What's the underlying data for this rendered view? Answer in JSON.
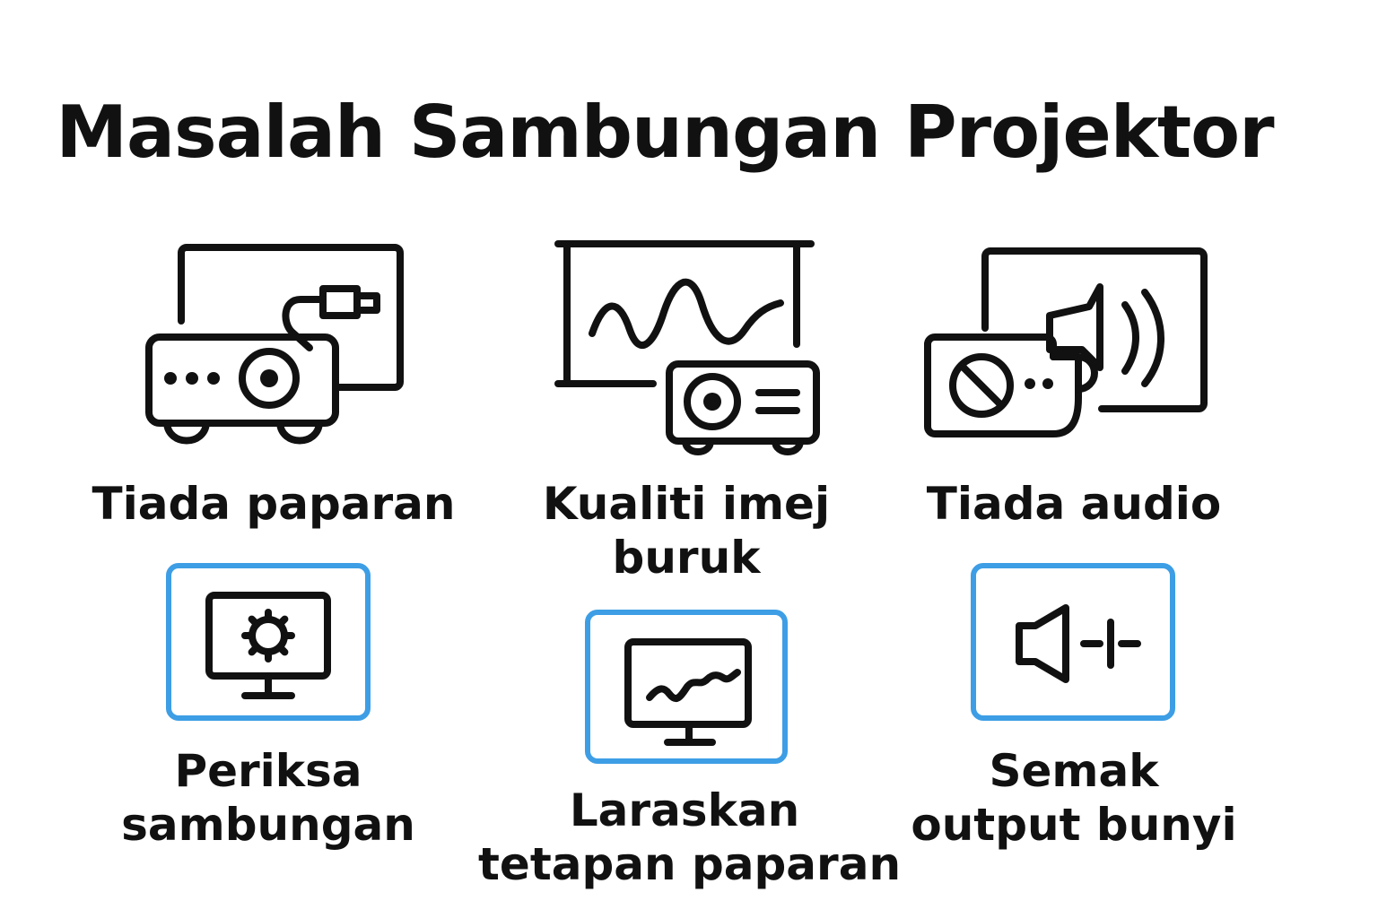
{
  "title": "Masalah Sambungan Projektor",
  "problems": [
    {
      "icon": "projector-cable-icon",
      "label": "Tiada paparan"
    },
    {
      "icon": "projector-screen-icon",
      "label_lines": [
        "Kualiti imej",
        "buruk"
      ]
    },
    {
      "icon": "projector-speaker-icon",
      "label": "Tiada audio"
    }
  ],
  "solutions": [
    {
      "icon": "monitor-gear-icon",
      "label_lines": [
        "Periksa",
        "sambungan"
      ]
    },
    {
      "icon": "monitor-graph-icon",
      "label_lines": [
        "Laraskan",
        "tetapan paparan"
      ]
    },
    {
      "icon": "speaker-volume-icon",
      "label_lines": [
        "Semak",
        "output bunyi"
      ]
    }
  ],
  "colors": {
    "accent_border": "#3d9ee5",
    "ink": "#111111",
    "background": "#ffffff"
  }
}
